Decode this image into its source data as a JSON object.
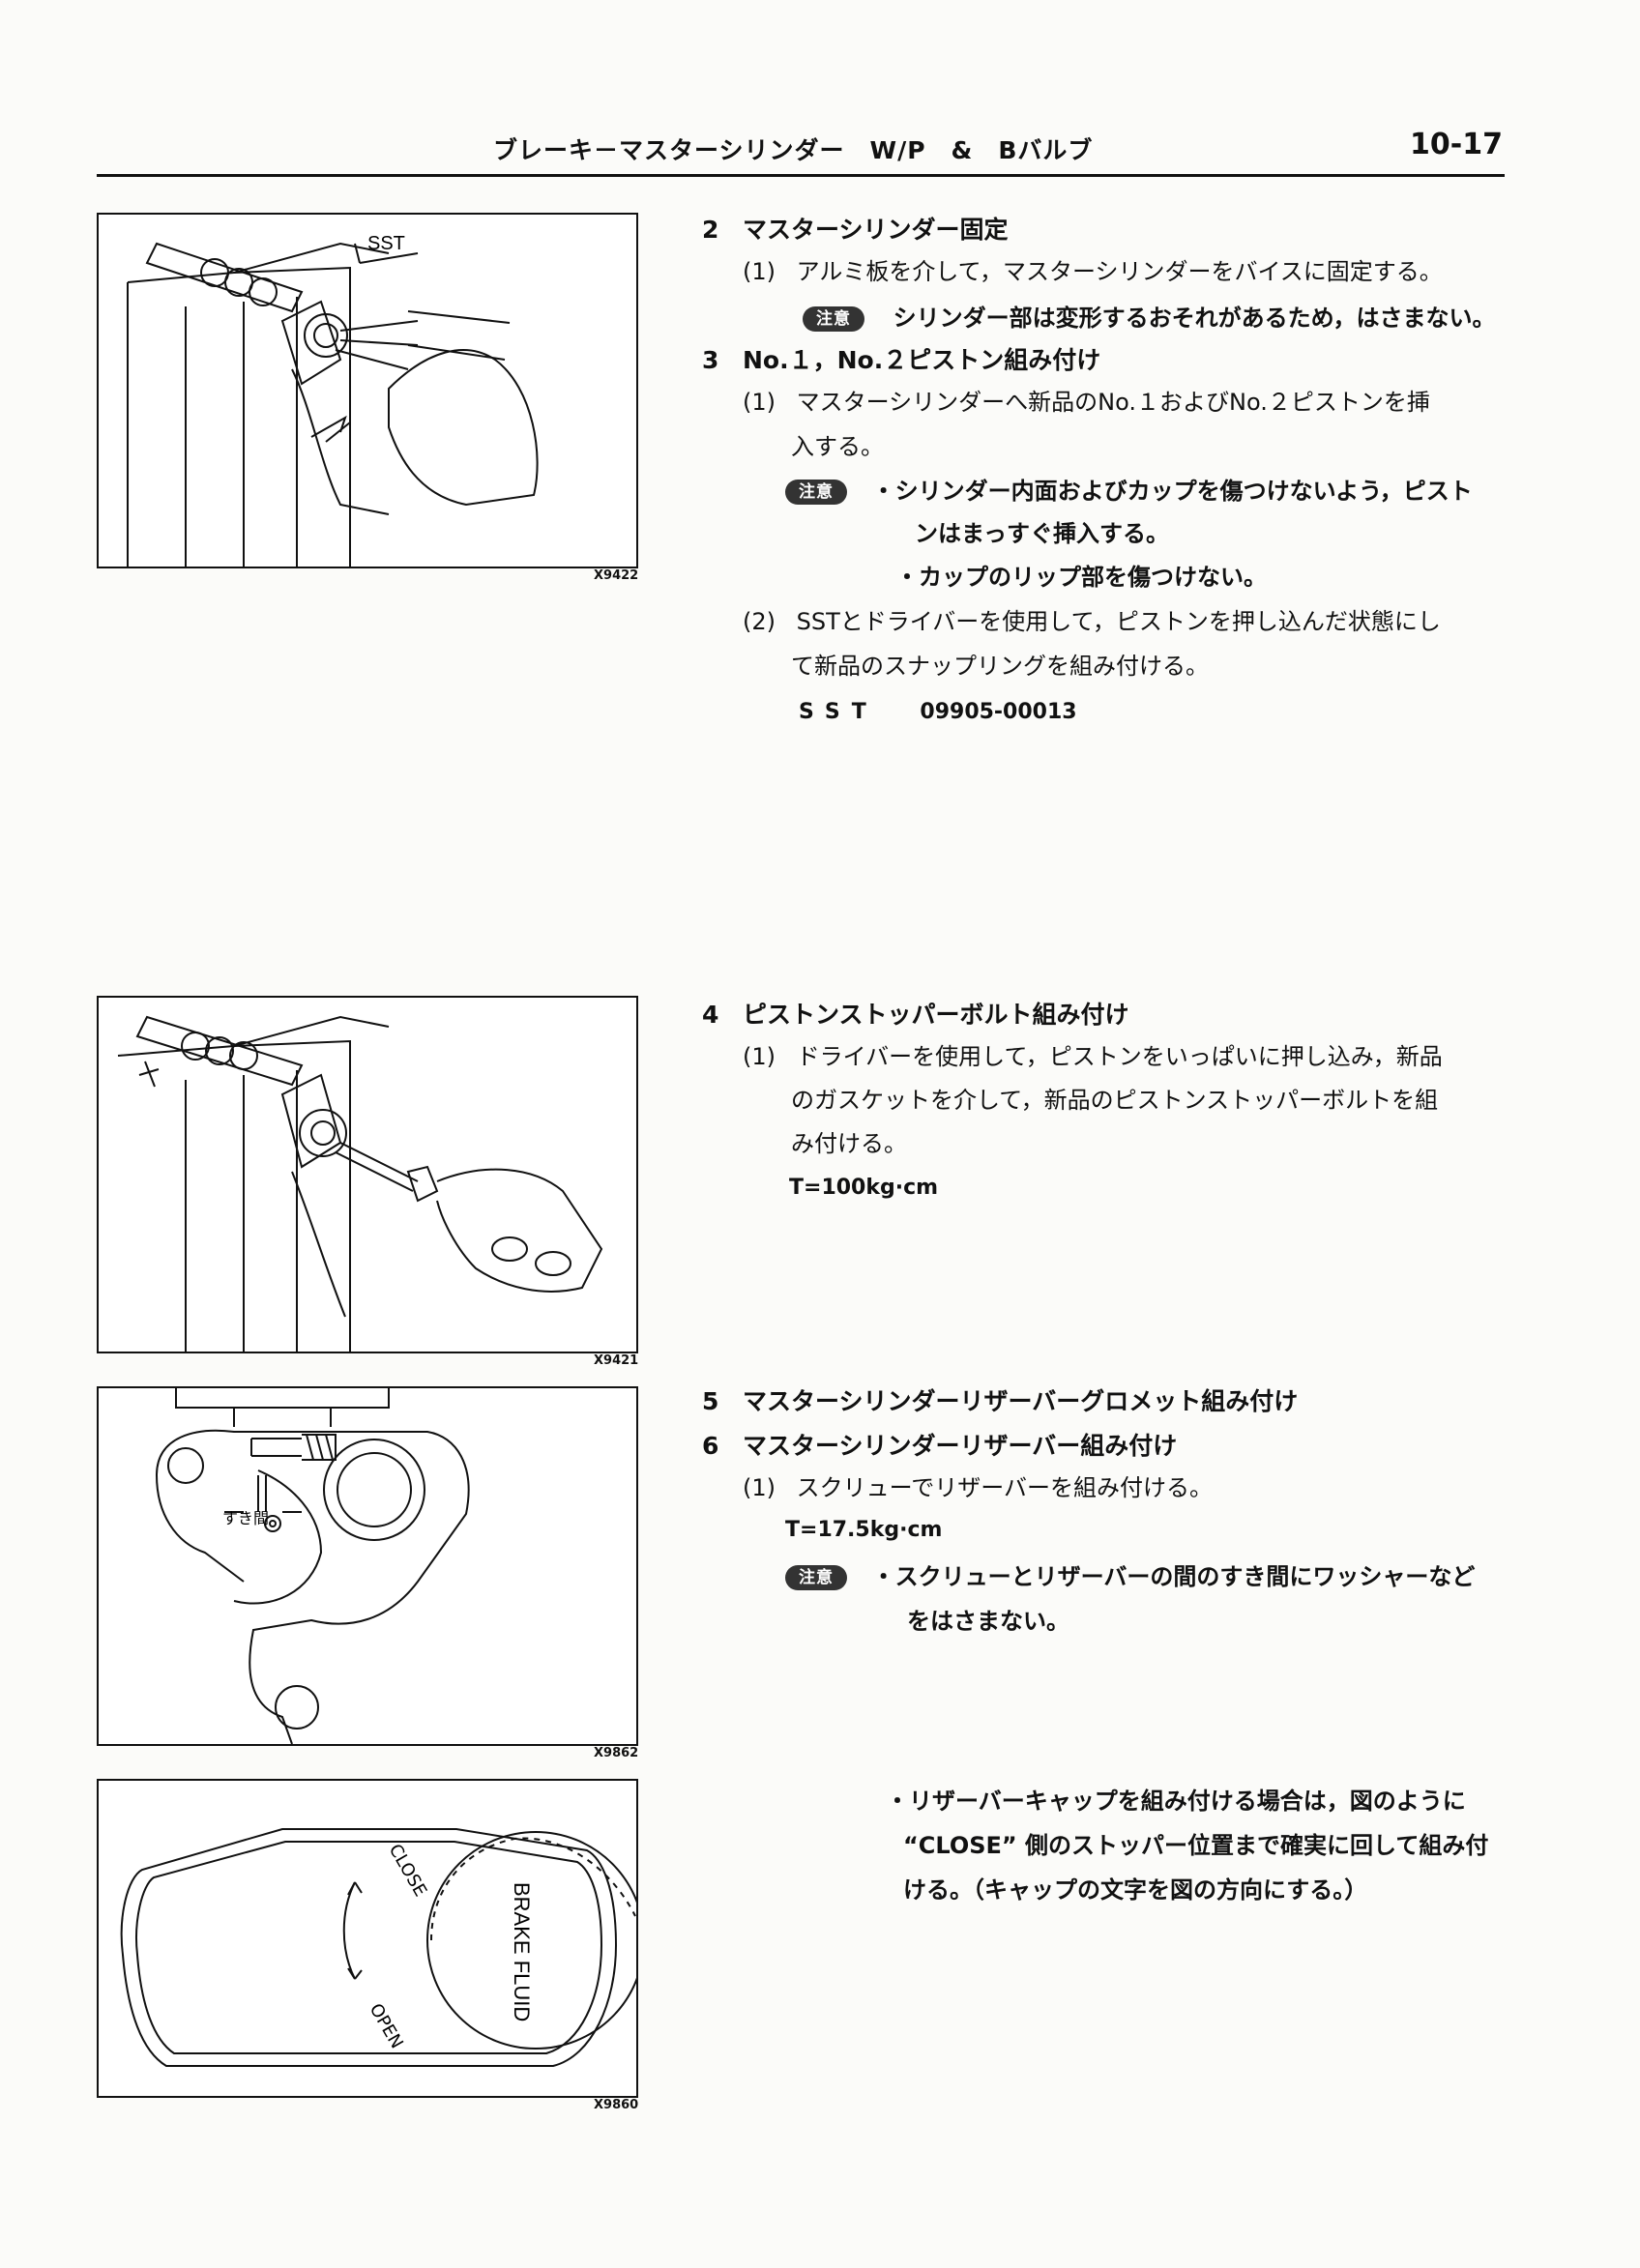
{
  "header": {
    "title": "ブレーキ－マスターシリンダー　W/P　&　Bバルブ",
    "page_number": "10-17"
  },
  "figures": [
    {
      "code": "X9422",
      "label": "SST"
    },
    {
      "code": "X9421"
    },
    {
      "code": "X9862",
      "label": "すき間"
    },
    {
      "code": "X9860",
      "cap_text": "BRAKE FLUID",
      "close_label": "CLOSE",
      "open_label": "OPEN"
    }
  ],
  "caution_badge": "注意",
  "sections": {
    "s2": {
      "num": "2",
      "title": "マスターシリンダー固定",
      "item1_num": "(1)",
      "item1_text": "アルミ板を介して，マスターシリンダーをバイスに固定する。",
      "caution_text": "シリンダー部は変形するおそれがあるため，はさまない。"
    },
    "s3": {
      "num": "3",
      "title": "No.１，No.２ピストン組み付け",
      "item1_num": "(1)",
      "item1_line1": "マスターシリンダーへ新品のNo.１およびNo.２ピストンを挿",
      "item1_line2": "入する。",
      "caution_line1": "・シリンダー内面およびカップを傷つけないよう，ピスト",
      "caution_line2": "ンはまっすぐ挿入する。",
      "caution_line3": "・カップのリップ部を傷つけない。",
      "item2_num": "(2)",
      "item2_line1": "SSTとドライバーを使用して，ピストンを押し込んだ状態にし",
      "item2_line2": "て新品のスナップリングを組み付ける。",
      "sst_label": "SST",
      "sst_value": "09905-00013"
    },
    "s4": {
      "num": "4",
      "title": "ピストンストッパーボルト組み付け",
      "item1_num": "(1)",
      "item1_line1": "ドライバーを使用して，ピストンをいっぱいに押し込み，新品",
      "item1_line2": "のガスケットを介して，新品のピストンストッパーボルトを組",
      "item1_line3": "み付ける。",
      "torque": "T=100kg·cm"
    },
    "s5": {
      "num": "5",
      "title": "マスターシリンダーリザーバーグロメット組み付け"
    },
    "s6": {
      "num": "6",
      "title": "マスターシリンダーリザーバー組み付け",
      "item1_num": "(1)",
      "item1_text": "スクリューでリザーバーを組み付ける。",
      "torque": "T=17.5kg·cm",
      "caution_line1": "・スクリューとリザーバーの間のすき間にワッシャーなど",
      "caution_line2": "をはさまない。"
    },
    "note": {
      "line1": "・リザーバーキャップを組み付ける場合は，図のように",
      "line2": "“CLOSE” 側のストッパー位置まで確実に回して組み付",
      "line3": "ける。（キャップの文字を図の方向にする。）"
    }
  }
}
